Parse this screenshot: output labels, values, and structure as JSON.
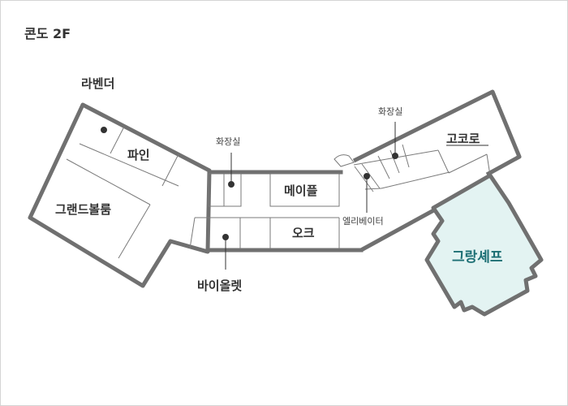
{
  "map": {
    "title": "콘도 2F",
    "rooms": {
      "lavender": "라벤더",
      "pine": "파인",
      "grand_ballroom": "그랜드볼룸",
      "maple": "메이플",
      "oak": "오크",
      "violet": "바이올렛",
      "gokoro": "고코로",
      "grand_chef": "그랑셰프"
    },
    "facilities": {
      "restroom_center": "화장실",
      "restroom_right": "화장실",
      "elevator": "엘리베이터"
    },
    "colors": {
      "wall": "#707070",
      "inner_line": "#7a7a7a",
      "highlight_fill": "#e3f3f2",
      "highlight_text": "#1c6f74"
    }
  }
}
